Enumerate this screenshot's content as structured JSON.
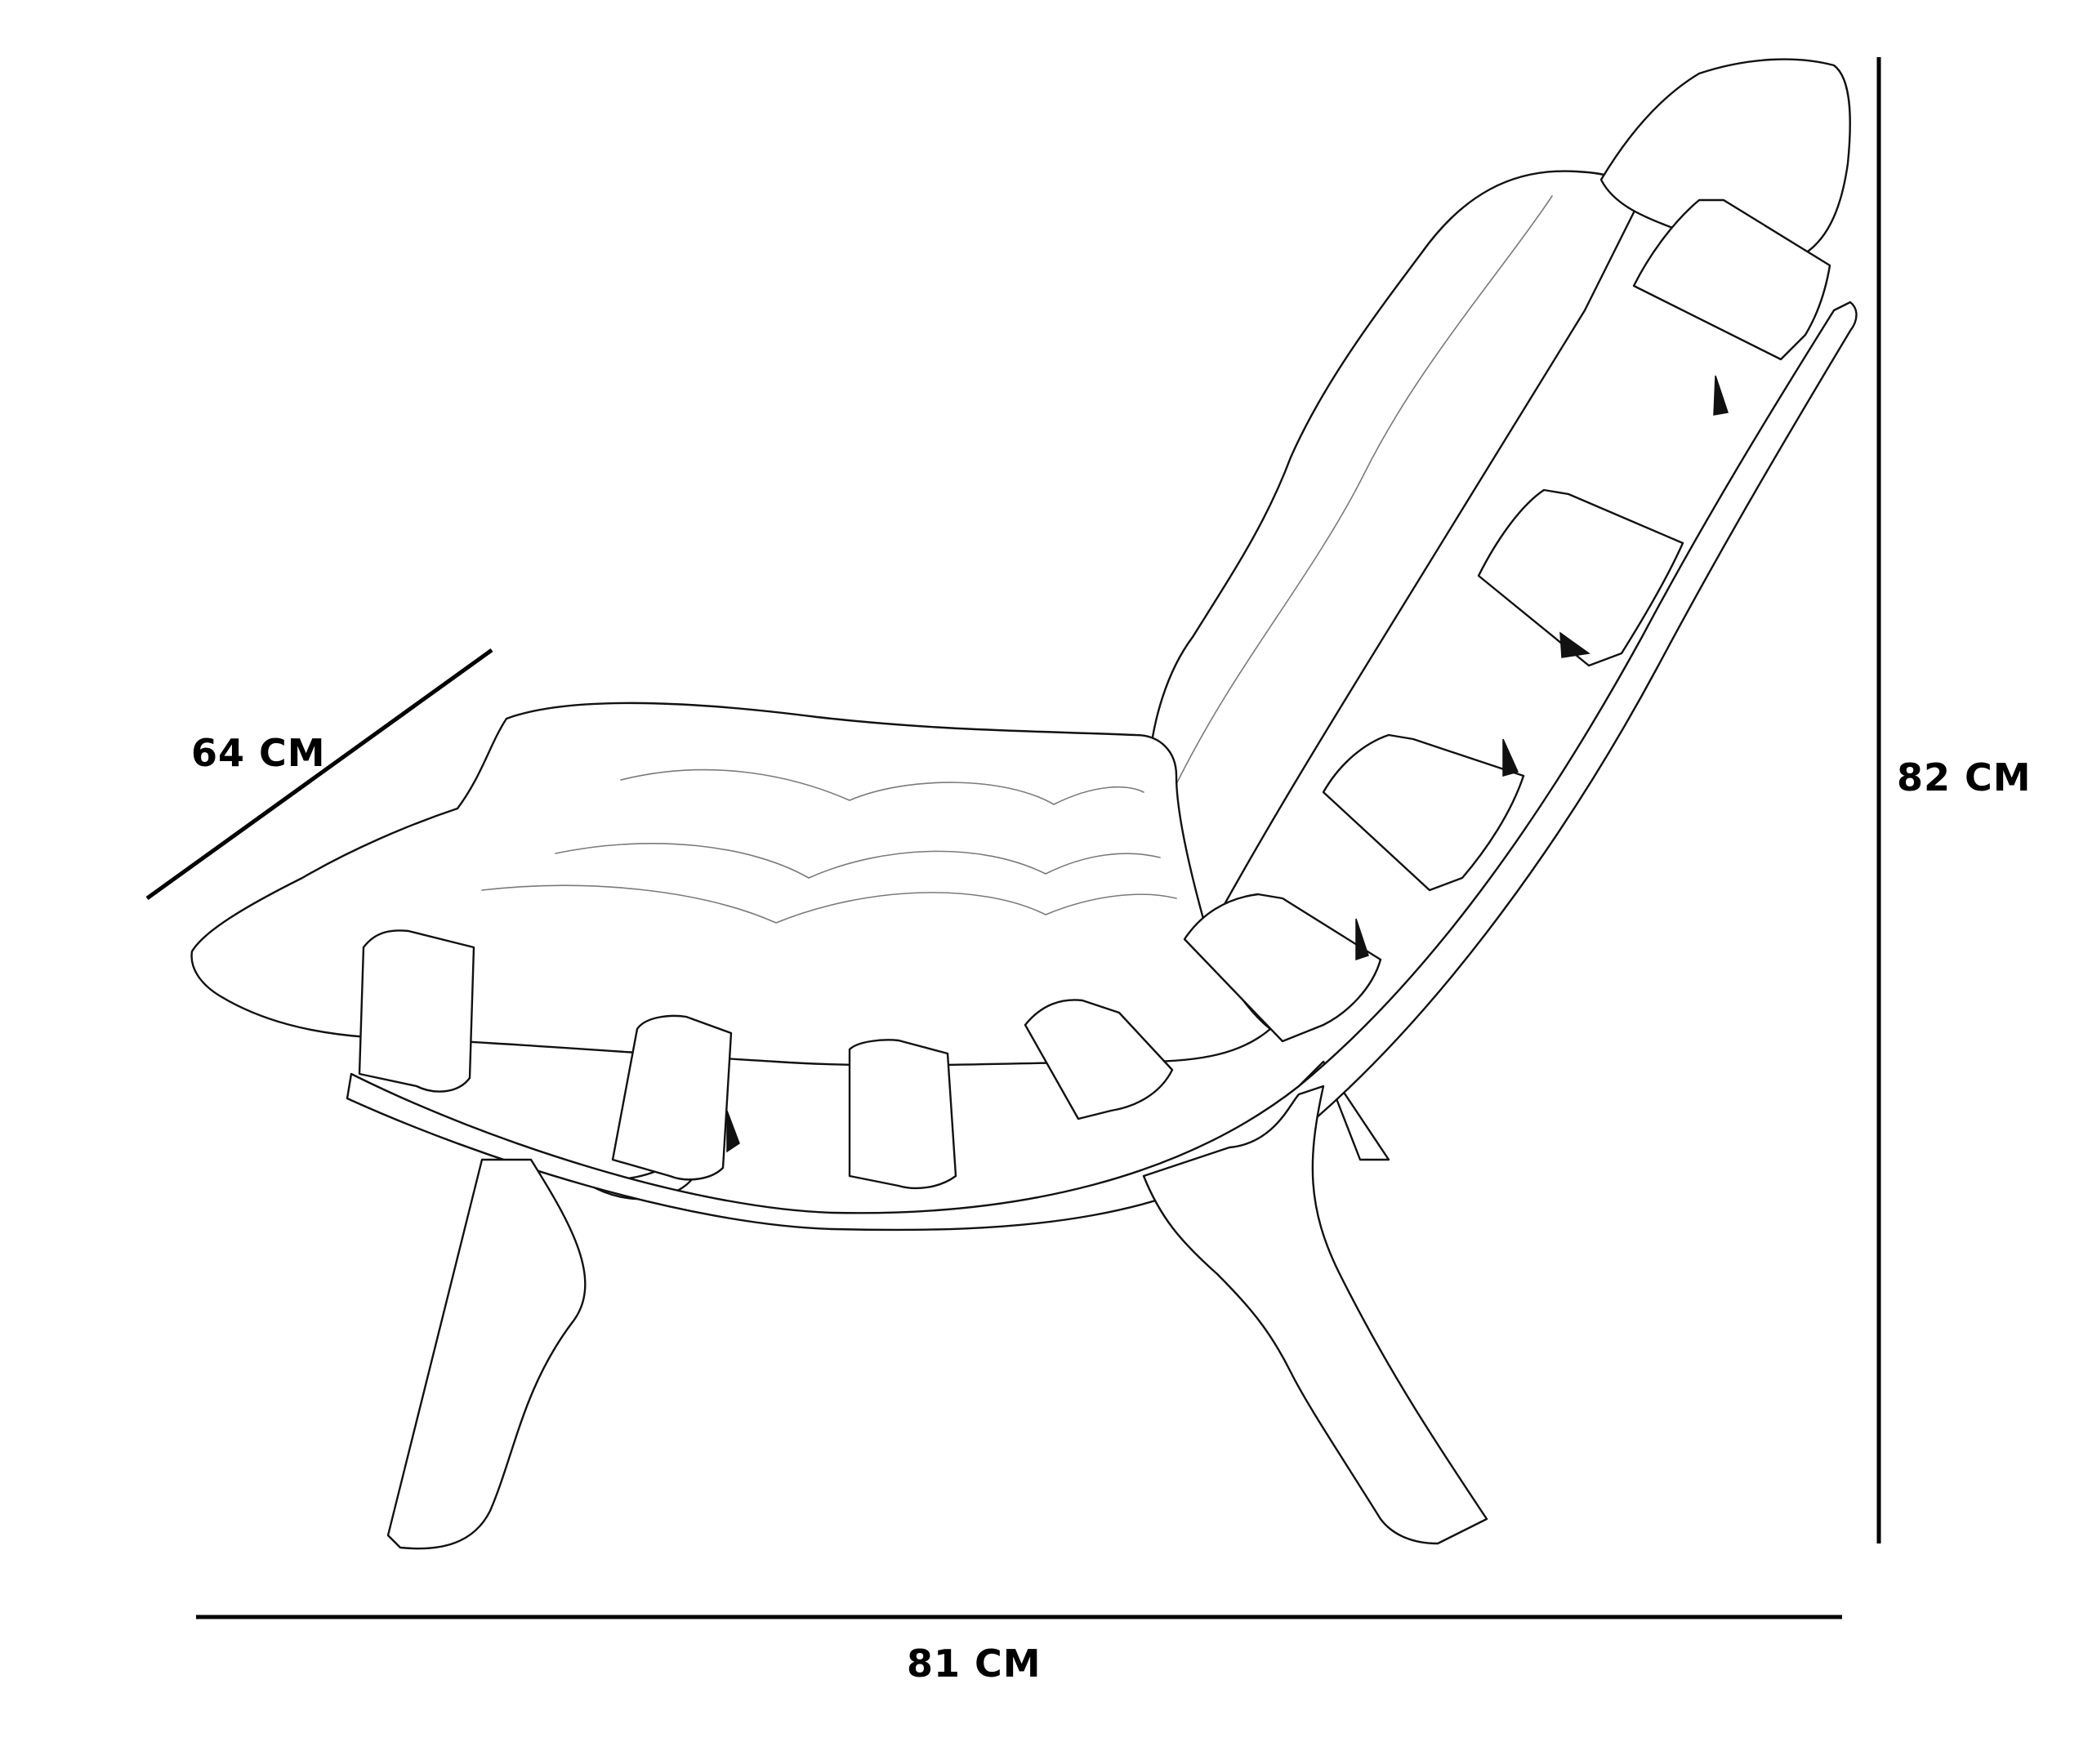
{
  "dimensions": {
    "depth": "64 CM",
    "height": "82 CM",
    "width": "81 CM"
  },
  "colors": {
    "line": "#000000",
    "outline": "#111111",
    "background": "#ffffff"
  }
}
